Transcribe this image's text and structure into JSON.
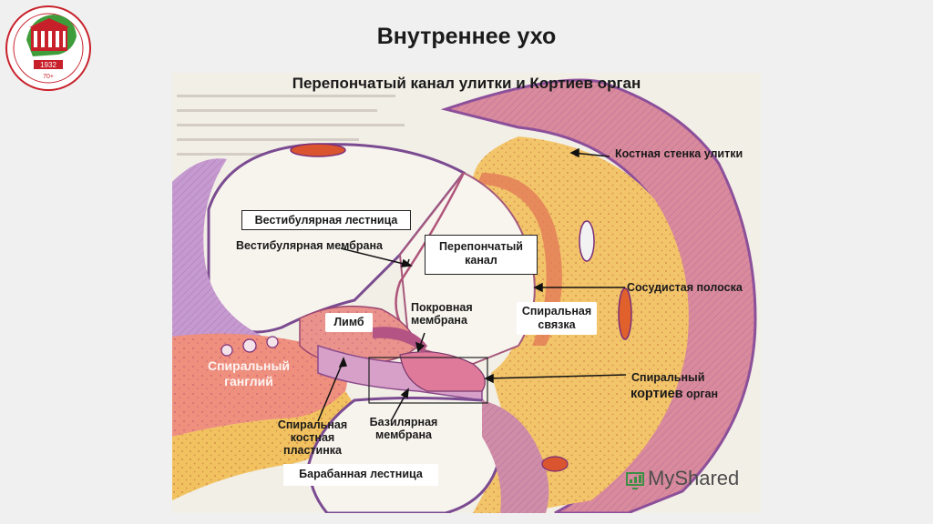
{
  "slide": {
    "title": "Внутреннее ухо"
  },
  "logo": {
    "year": "1932",
    "tagline": "70+"
  },
  "figure": {
    "title": "Перепончатый канал улитки и Кортиев орган",
    "labels": {
      "bony_wall": "Костная стенка улитки",
      "vestibular_scala": "Вестибулярная лестница",
      "vestibular_membrane": "Вестибулярная мембрана",
      "membranous_canal": "Перепончатый канал",
      "vascular_stripe": "Сосудистая полоска",
      "limbus": "Лимб",
      "tectorial_membrane": "Покровная мембрана",
      "spiral_ligament": "Спиральная связка",
      "spiral_ganglion": "Спиральный ганглий",
      "spiral_lamina": "Спиральная костная пластинка",
      "basilar_membrane": "Базилярная мембрана",
      "organ_line1": "Спиральный",
      "organ_line2_big": "кортиев",
      "organ_line2_small": " орган",
      "tympanic_scala": "Барабанная лестница"
    }
  },
  "watermark": {
    "text": "MyShared"
  }
}
